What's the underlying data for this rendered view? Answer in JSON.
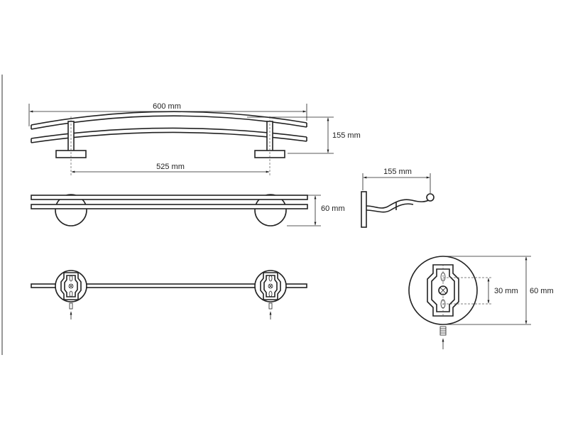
{
  "dimensions": {
    "overall_length": "600 mm",
    "height": "155 mm",
    "mount_spacing": "525 mm",
    "depth": "155 mm",
    "top_view_depth": "60 mm",
    "hole_spacing": "30 mm",
    "base_diameter": "60 mm"
  }
}
